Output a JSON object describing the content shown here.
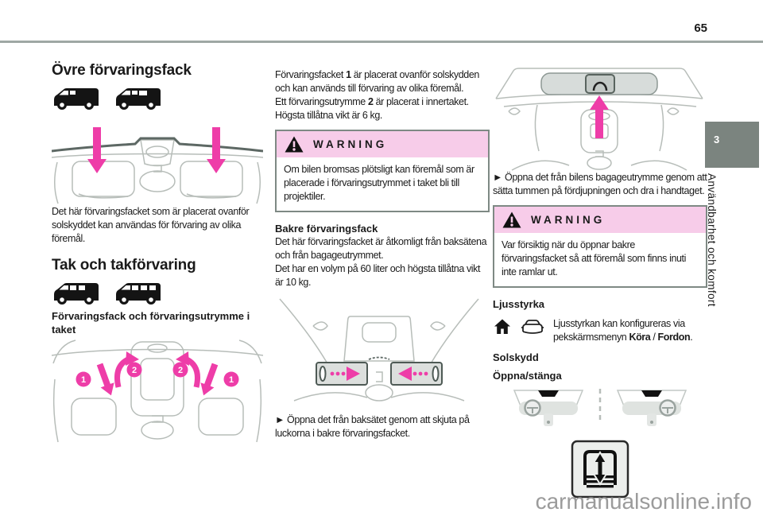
{
  "page": {
    "number": "65",
    "watermark": "carmanualsonline.info"
  },
  "sidebar": {
    "chapter_number": "3",
    "chapter_title": "Användbarhet och komfort"
  },
  "columns": {
    "left": {
      "heading_top": "Övre förvaringsfack",
      "para": "Det här förvaringsfacket som är placerat ovanför solskyddet kan användas för förvaring av olika föremål.",
      "heading_roof": "Tak och takförvaring",
      "subheading": "Förvaringsfack och förvaringsutrymme i taket",
      "callout_1": "1",
      "callout_2": "2"
    },
    "middle": {
      "p1a": "Förvaringsfacket ",
      "p1b": "1",
      "p1c": " är placerat ovanför solskydden och kan används till förvaring av olika föremål.",
      "p2a": "Ett förvaringsutrymme ",
      "p2b": "2",
      "p2c": " är placerat i innertaket.",
      "p3": "Högsta tillåtna vikt är 6 kg.",
      "warning": {
        "title": "WARNING",
        "text": "Om bilen bromsas plötsligt kan föremål som är placerade i förvaringsutrymmet i taket bli till projektiler."
      },
      "heading_rear": "Bakre förvaringsfack",
      "p4": "Det här förvaringsfacket är åtkomligt från baksätena och från bagageutrymmet.",
      "p5": "Det har en volym på 60 liter och högsta tillåtna vikt är 10 kg.",
      "step": "► Öppna det från baksätet genom att skjuta på luckorna i bakre förvaringsfacket."
    },
    "right": {
      "step": "► Öppna det från bilens bagageutrymme genom att sätta tummen på fördjupningen och dra i handtaget.",
      "warning": {
        "title": "WARNING",
        "text": "Var försiktig när du öppnar bakre förvaringsfacket så att föremål som finns inuti inte ramlar ut."
      },
      "heading_brightness": "Ljusstyrka",
      "brightness_a": "Ljusstyrkan kan konfigureras via pekskärmsmenyn ",
      "brightness_menu1": "Köra",
      "brightness_sep": " / ",
      "brightness_menu2": "Fordon",
      "brightness_end": ".",
      "heading_sunblind": "Solskydd",
      "heading_openclose": "Öppna/stänga"
    }
  },
  "icons": {
    "warning_icon": "black triangle with white exclamation mark",
    "home_icon": "filled house glyph",
    "vehicle_icon": "car outline glyph",
    "van_icon": "black van silhouette",
    "step_marker": "►",
    "callout_arrows": "magenta arrows",
    "sunblind_button_icon": "blind with up-down double arrow"
  },
  "colors": {
    "accent_magenta": "#ee3da8",
    "warning_header_pink": "#f7cce9",
    "chapter_tab_gray": "#7b847f",
    "header_rule_gray": "#9fa8a4",
    "watermark_gray": "#9b9b9b"
  }
}
